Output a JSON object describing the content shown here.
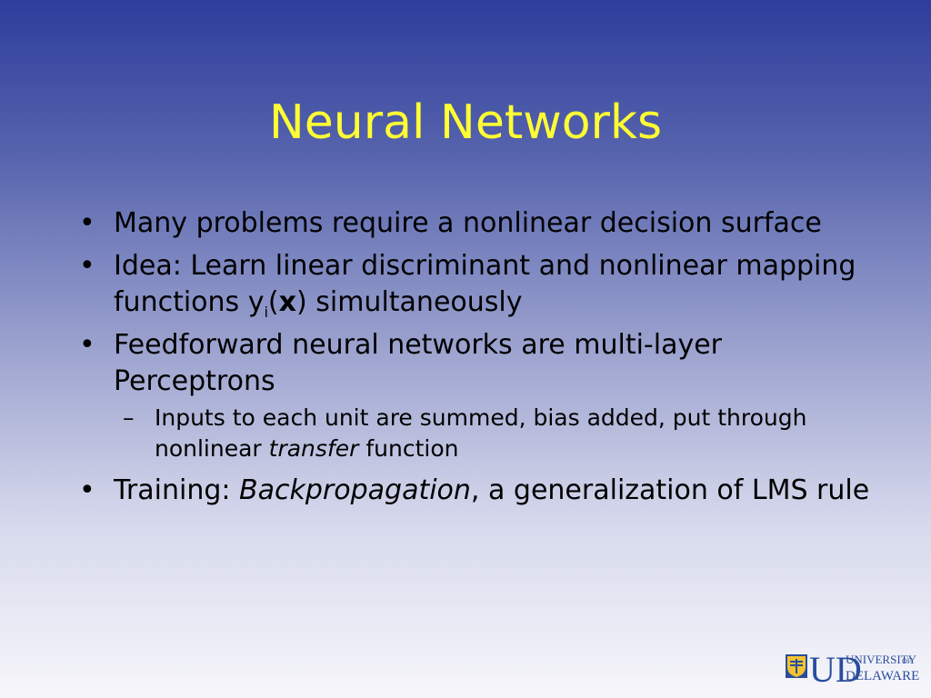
{
  "slide": {
    "title": "Neural Networks",
    "bullets": [
      {
        "marker": "•",
        "text": "Many problems require a nonlinear decision surface"
      },
      {
        "marker": "•",
        "text_before": "Idea: Learn linear discriminant and nonlinear mapping functions y",
        "subscript": "i",
        "open_paren": "(",
        "bold": "x",
        "text_after": ") simultaneously"
      },
      {
        "marker": "•",
        "text": "Feedforward neural networks are multi-layer Perceptrons",
        "sub_bullets": [
          {
            "marker": "–",
            "text_before": "Inputs to each unit are summed, bias added, put through nonlinear ",
            "italic": "transfer",
            "text_after": " function"
          }
        ]
      },
      {
        "marker": "•",
        "text_before": "Training: ",
        "italic": "Backpropagation",
        "text_after": ", a generalization of LMS rule"
      }
    ]
  },
  "logo": {
    "line1": "UNIVERSITY",
    "line1_suffix": "OF",
    "line2": "DELAWARE",
    "initials": "UD",
    "icon": "university-seal-icon"
  },
  "colors": {
    "title": "#ffff33",
    "background_top": "#2e3d9c",
    "background_bottom": "#f7f7fb",
    "logo_blue": "#2a4d9b",
    "logo_gold": "#f2c230"
  }
}
